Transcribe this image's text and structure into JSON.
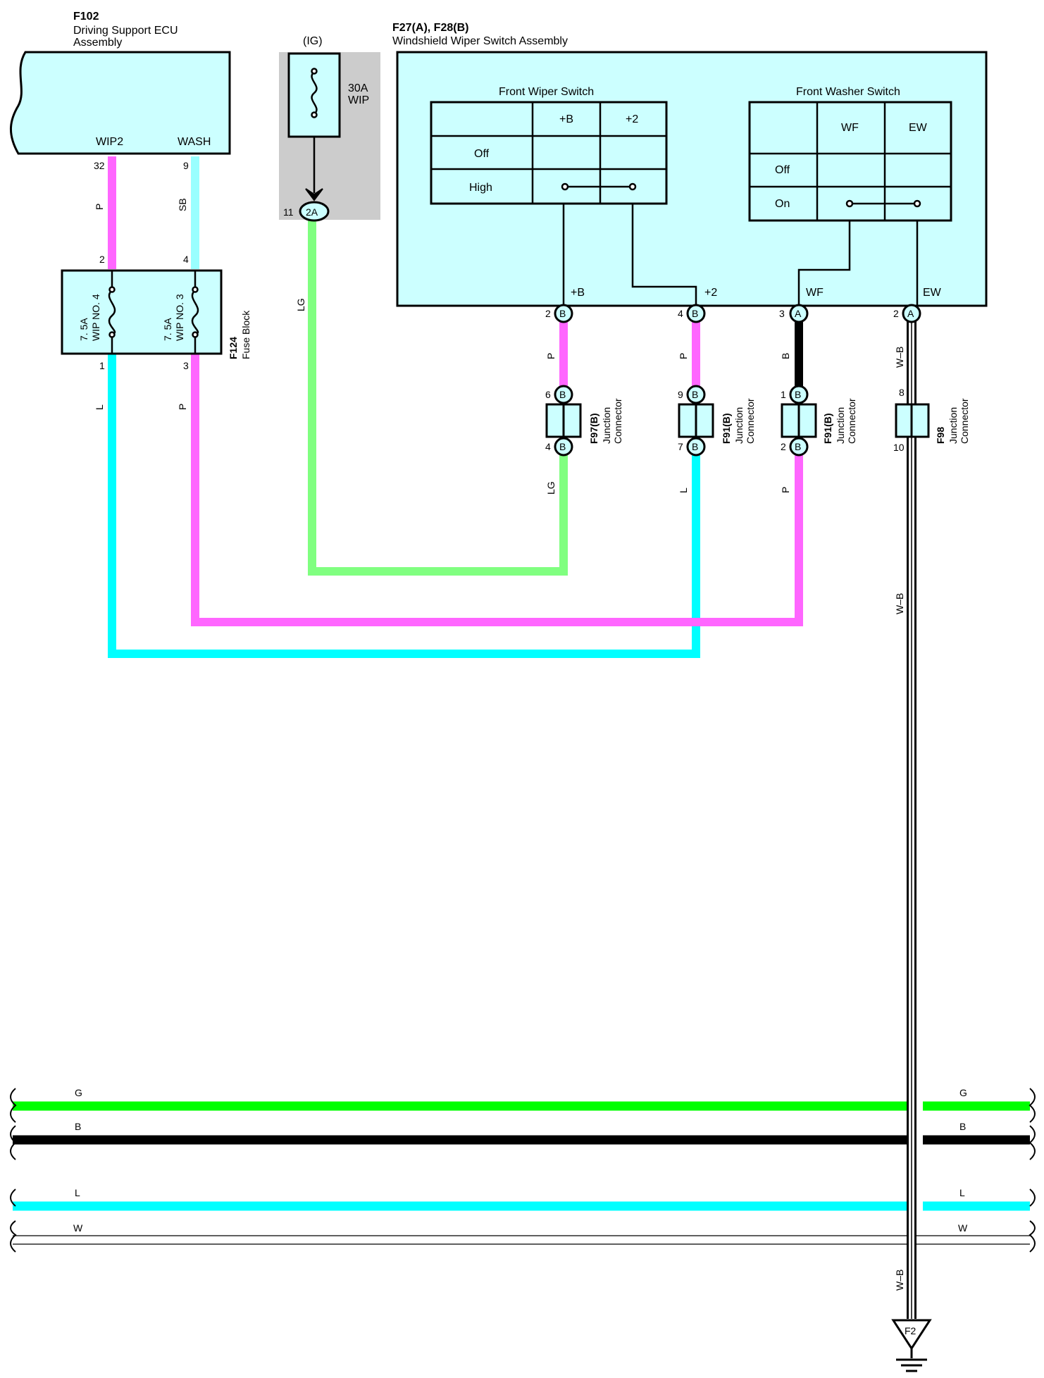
{
  "colors": {
    "pink": "#ff66ff",
    "sky": "#99ffff",
    "cyan": "#00ffff",
    "lightgreen": "#80ff80",
    "green": "#00ff00",
    "black": "#000000",
    "box_fill": "#ccffff",
    "shade": "#cccccc"
  },
  "ecu": {
    "code": "F102",
    "name_line1": "Driving Support ECU",
    "name_line2": "Assembly",
    "term_wip2": "WIP2",
    "term_wash": "WASH",
    "pin_wip2": "32",
    "pin_wash": "9"
  },
  "wire_colors": {
    "ecu_wip2": "P",
    "ecu_wash": "SB",
    "fuse_out_l": "L",
    "fuse_out_p": "P",
    "ig_out": "LG",
    "b_to_jc": "P",
    "p2_to_jc": "P",
    "wf_to_jc": "B",
    "ew_to_jc": "W–B",
    "f97_out": "LG",
    "f91a_out": "L",
    "f91b_out": "P",
    "ground_mid": "W–B",
    "ground_low": "W–B"
  },
  "fuse_block": {
    "code": "F124",
    "name": "Fuse Block",
    "pin_in_left": "2",
    "pin_in_right": "4",
    "pin_out_left": "1",
    "pin_out_right": "3",
    "fuse_left_rating": "7. 5A",
    "fuse_left_name": "WIP NO. 4",
    "fuse_right_rating": "7. 5A",
    "fuse_right_name": "WIP NO. 3"
  },
  "ig": {
    "label": "(IG)",
    "fuse_rating": "30A",
    "fuse_name": "WIP",
    "pin": "11",
    "conn": "2A"
  },
  "switch_assembly": {
    "code": "F27(A), F28(B)",
    "name": "Windshield Wiper Switch Assembly",
    "front_wiper": {
      "title": "Front Wiper Switch",
      "col1": "+B",
      "col2": "+2",
      "row1": "Off",
      "row2": "High"
    },
    "front_washer": {
      "title": "Front Washer Switch",
      "col1": "WF",
      "col2": "EW",
      "row1": "Off",
      "row2": "On"
    },
    "terminals": [
      {
        "name": "+B",
        "pin": "2",
        "conn": "B"
      },
      {
        "name": "+2",
        "pin": "4",
        "conn": "B"
      },
      {
        "name": "WF",
        "pin": "3",
        "conn": "A"
      },
      {
        "name": "EW",
        "pin": "2",
        "conn": "A"
      }
    ]
  },
  "junctions": [
    {
      "code": "F97(B)",
      "line1": "Junction",
      "line2": "Connector",
      "pin_top": "6",
      "pin_bottom": "4",
      "conn": "B"
    },
    {
      "code": "F91(B)",
      "line1": "Junction",
      "line2": "Connector",
      "pin_top": "9",
      "pin_bottom": "7",
      "conn": "B"
    },
    {
      "code": "F91(B)",
      "line1": "Junction",
      "line2": "Connector",
      "pin_top": "1",
      "pin_bottom": "2",
      "conn": "B"
    },
    {
      "code": "F98",
      "line1": "Junction",
      "line2": "Connector",
      "pin_top": "8",
      "pin_bottom": "10",
      "conn": ""
    }
  ],
  "buses": [
    {
      "label": "G",
      "color": "green"
    },
    {
      "label": "B",
      "color": "black"
    },
    {
      "label": "L",
      "color": "cyan"
    },
    {
      "label": "W",
      "color": "white"
    }
  ],
  "ground": {
    "code": "F2"
  }
}
